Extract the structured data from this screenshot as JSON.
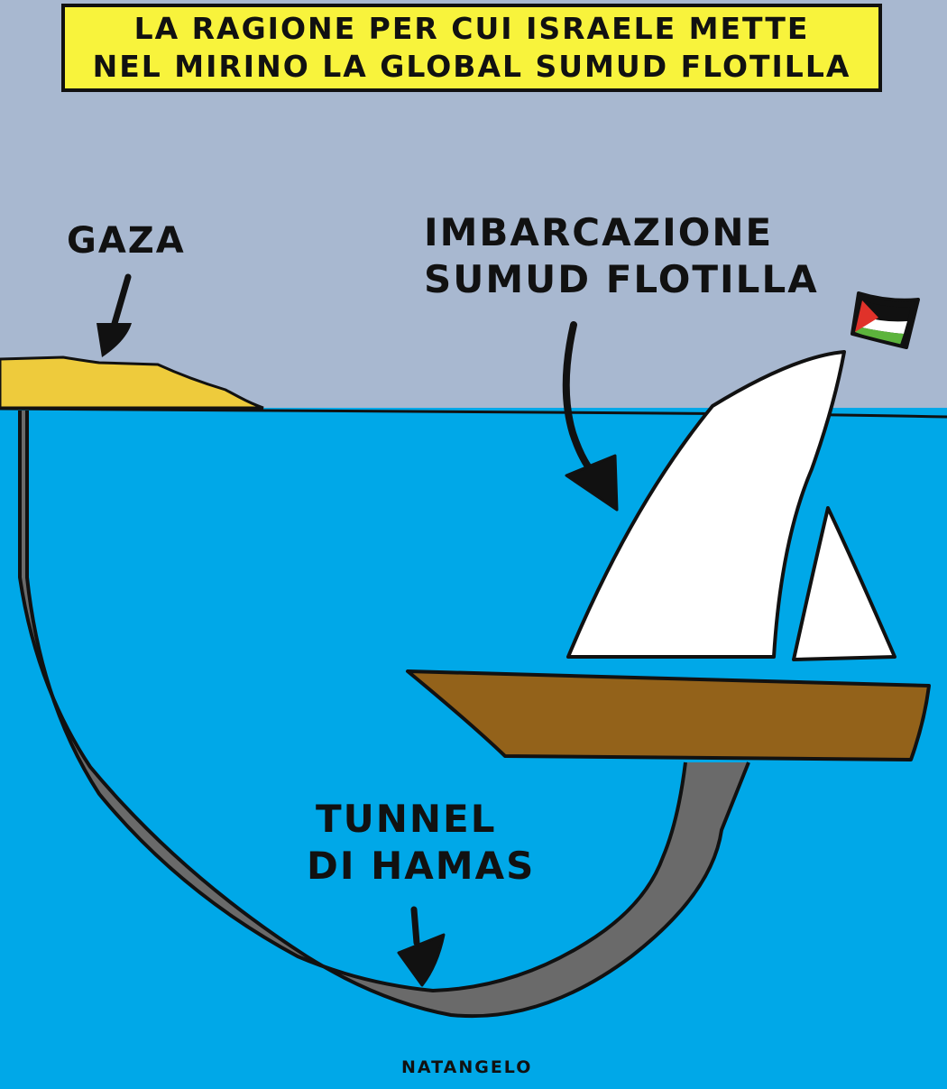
{
  "title": {
    "line1": "LA RAGIONE PER CUI ISRAELE METTE",
    "line2": "NEL MIRINO LA GLOBAL SUMUD FLOTILLA"
  },
  "labels": {
    "gaza": "GAZA",
    "boat_line1": "IMBARCAZIONE",
    "boat_line2": "SUMUD FLOTILLA",
    "tunnel_line1": "TUNNEL",
    "tunnel_line2": "DI HAMAS"
  },
  "signature": "NATANGELO",
  "colors": {
    "sky": "#a8b8d0",
    "sea": "#00a8e8",
    "land": "#eecb3c",
    "title_bg": "#f8f33c",
    "hull": "#93621a",
    "sail": "#ffffff",
    "tunnel": "#6a6a6a",
    "outline": "#111111",
    "flag_red": "#e0322a",
    "flag_white": "#ffffff",
    "flag_green": "#5cb43c",
    "flag_black": "#111111"
  },
  "icons": {
    "flag": "palestinian-flag",
    "arrows": [
      "arrow-to-gaza",
      "arrow-to-boat",
      "arrow-to-tunnel"
    ]
  }
}
